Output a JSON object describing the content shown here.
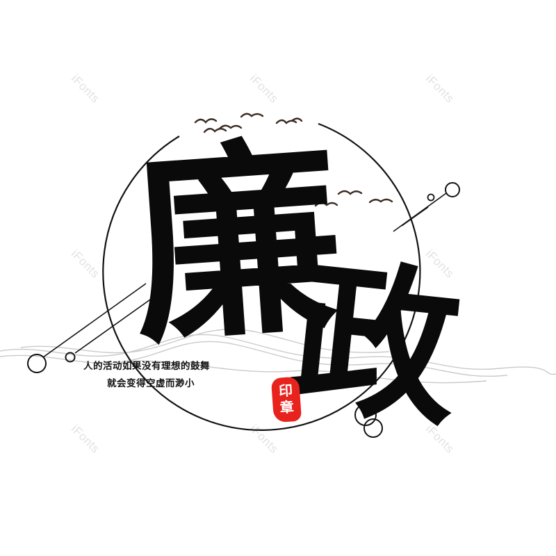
{
  "watermark": {
    "text": "iFonts"
  },
  "title": {
    "char_1": "廉",
    "char_2": "政"
  },
  "slogan": {
    "line_1": "人的活动如果没有理想的鼓舞",
    "line_2": "就会变得空虚而渺小"
  },
  "seal": {
    "glyph_1": "印",
    "glyph_2": "章"
  },
  "colors": {
    "ink": "#0a0a0a",
    "seal_red": "#e8231e",
    "watermark_grey": "#e2e2e2"
  },
  "icons": [
    "bird-icon",
    "ring-icon",
    "wave-line-icon",
    "seal-stamp-icon"
  ]
}
